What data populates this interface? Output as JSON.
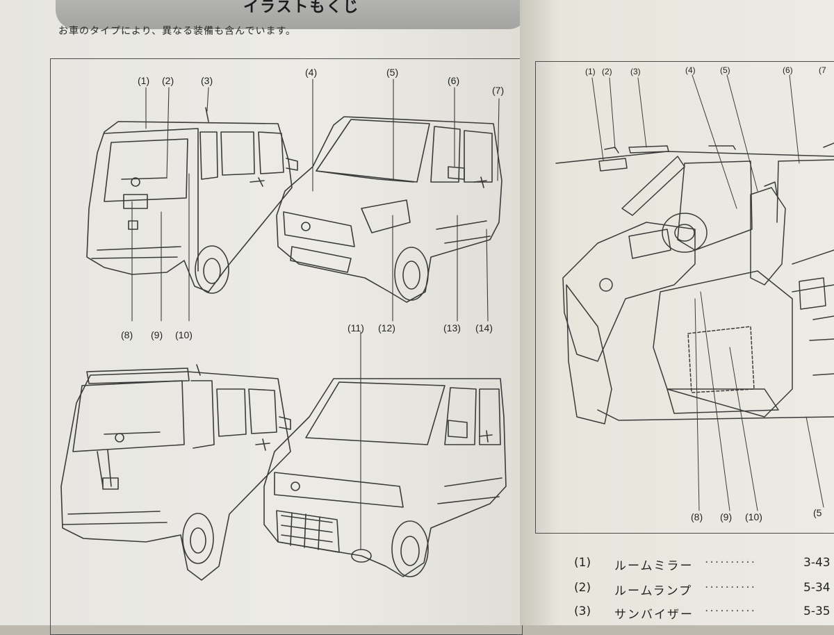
{
  "header": {
    "title": "イラストもくじ",
    "subtitle": "お車のタイプにより、異なる装備も含んでいます。"
  },
  "exterior_callouts": {
    "c1": "(1)",
    "c2": "(2)",
    "c3": "(3)",
    "c4": "(4)",
    "c5": "(5)",
    "c6": "(6)",
    "c7": "(7)",
    "c8": "(8)",
    "c9": "(9)",
    "c10": "(10)",
    "c11": "(11)",
    "c12": "(12)",
    "c13": "(13)",
    "c14": "(14)"
  },
  "interior_callouts": {
    "c1": "(1)",
    "c2": "(2)",
    "c3": "(3)",
    "c4": "(4)",
    "c5": "(5)",
    "c6": "(6)",
    "c7": "(7",
    "b8": "(8)",
    "b9": "(9)",
    "b10": "(10)",
    "b5": "(5"
  },
  "legend": [
    {
      "num": "(1)",
      "label": "ルームミラー",
      "dots": "··········",
      "page": "3-43"
    },
    {
      "num": "(2)",
      "label": "ルームランプ",
      "dots": "··········",
      "page": "5-34"
    },
    {
      "num": "(3)",
      "label": "サンバイザー",
      "dots": "··········",
      "page": "5-35"
    }
  ],
  "colors": {
    "paper": "#ecebe6",
    "line": "#3a3a3a",
    "title_bar": "#a8a8a6"
  }
}
